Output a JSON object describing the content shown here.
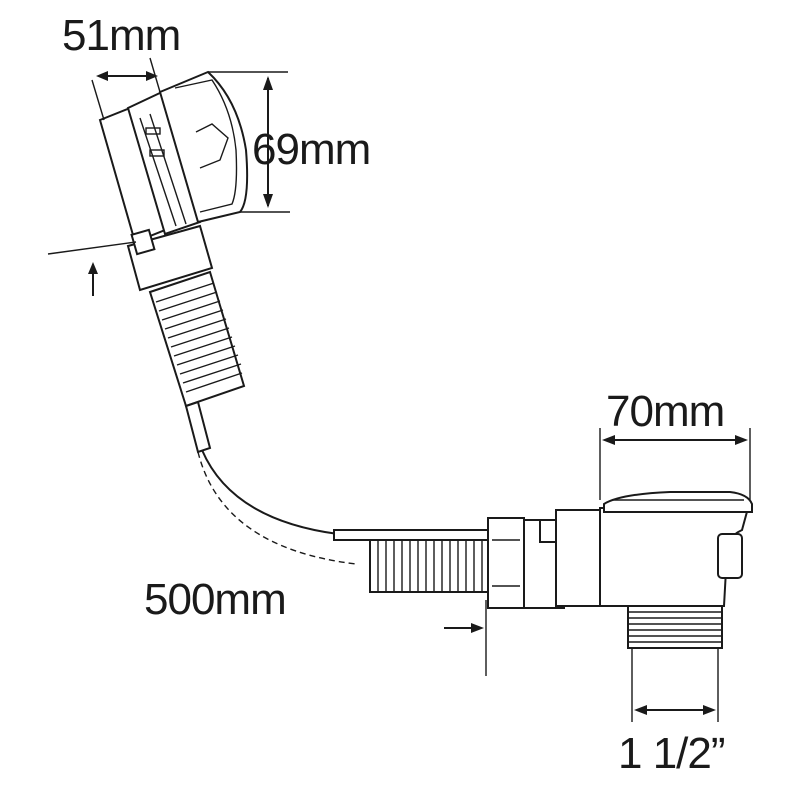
{
  "dimensions": {
    "overflow_depth": "51mm",
    "overflow_height": "69mm",
    "waste_width": "70mm",
    "cable_length": "500mm",
    "thread_size": "1 1/2”"
  },
  "colors": {
    "line": "#1a1a1a",
    "shade": "#e6e6e6",
    "background": "#ffffff"
  }
}
